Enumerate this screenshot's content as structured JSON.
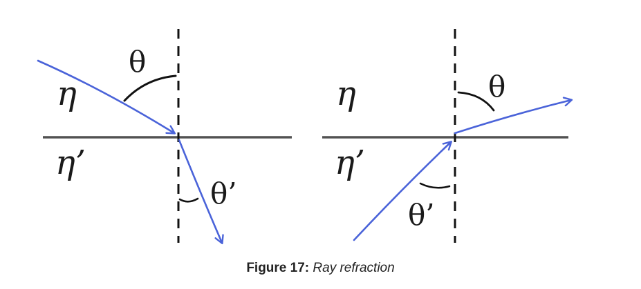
{
  "colors": {
    "ray": "#4a63d9",
    "ink": "#1a1a1a",
    "interface": "#7d7d7d"
  },
  "diagrams": [
    {
      "labels": {
        "eta_top": "η",
        "eta_bottom": "η’",
        "angle_top": "θ",
        "angle_bottom": "θ’"
      }
    },
    {
      "labels": {
        "eta_top": "η",
        "eta_bottom": "η’",
        "angle_top": "θ",
        "angle_bottom": "θ’"
      }
    }
  ],
  "caption": {
    "label": "Figure 17:",
    "title": "Ray refraction"
  }
}
